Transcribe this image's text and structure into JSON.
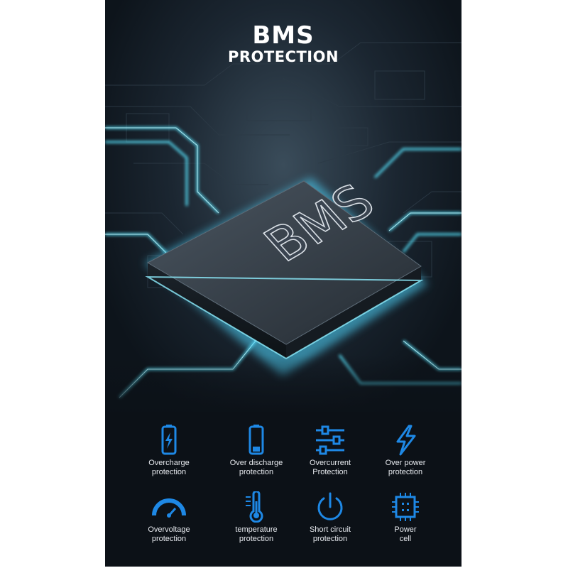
{
  "header": {
    "title": "BMS",
    "subtitle": "PROTECTION"
  },
  "chip": {
    "label": "BMS"
  },
  "colors": {
    "accent": "#1e88e5",
    "glow": "#4fe3ff",
    "background": "#0c1117"
  },
  "features": [
    {
      "icon": "battery-charging-icon",
      "line1": "Overcharge",
      "line2": "protection"
    },
    {
      "icon": "battery-low-icon",
      "line1": "Over discharge",
      "line2": "protection"
    },
    {
      "icon": "sliders-icon",
      "line1": "Overcurrent",
      "line2": "Protection"
    },
    {
      "icon": "lightning-icon",
      "line1": "Over power",
      "line2": "protection"
    },
    {
      "icon": "gauge-icon",
      "line1": "Overvoltage",
      "line2": "protection"
    },
    {
      "icon": "thermometer-icon",
      "line1": "temperature",
      "line2": "protection"
    },
    {
      "icon": "power-icon",
      "line1": "Short circuit",
      "line2": "protection"
    },
    {
      "icon": "cpu-chip-icon",
      "line1": "Power",
      "line2": "cell"
    }
  ]
}
